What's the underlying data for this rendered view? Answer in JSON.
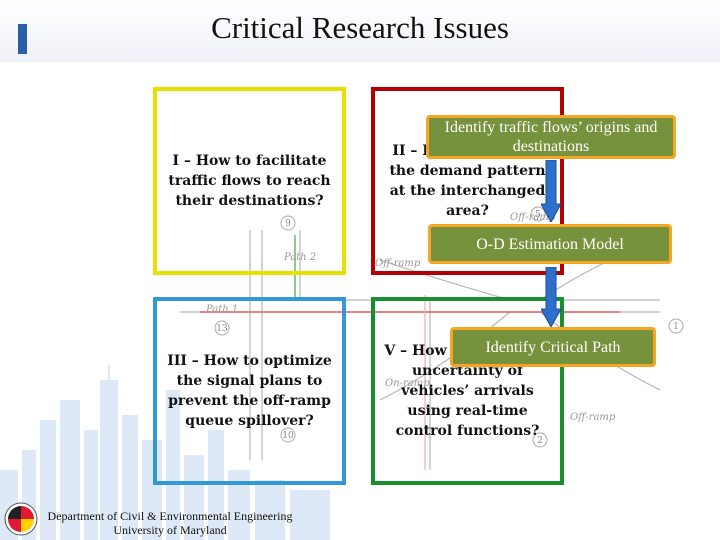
{
  "slide": {
    "title": "Critical Research Issues"
  },
  "issues": [
    {
      "text": "I – How to facilitate traffic flows to reach their destinations?",
      "color": "#e8e000"
    },
    {
      "text": "II – How to identify the demand pattern at the interchanged area?",
      "color": "#b30000"
    },
    {
      "text": "III – How to optimize the signal plans to prevent the off-ramp queue spillover?",
      "color": "#3399d6"
    },
    {
      "text": "V – How to tackle the uncertainty of vehicles’ arrivals using real-time control functions?",
      "color": "#1a8f2e"
    }
  ],
  "callouts": [
    {
      "text": "Identify traffic flows’ origins and destinations"
    },
    {
      "text": "O-D Estimation Model"
    },
    {
      "text": "Identify Critical Path"
    }
  ],
  "diagram": {
    "labels": [
      "Path 2",
      "Path 1",
      "Off-ramp",
      "Off-ramp",
      "On-ramp",
      "Off-ramp"
    ],
    "nodes": [
      "9",
      "13",
      "10",
      "5",
      "2",
      "1"
    ]
  },
  "footer": {
    "line1": "Department of Civil & Environmental Engineering",
    "line2": "University of Maryland"
  },
  "colors": {
    "callout_fill": "#76923c",
    "callout_border": "#f5a623",
    "arrow": "#2f6fcc"
  }
}
